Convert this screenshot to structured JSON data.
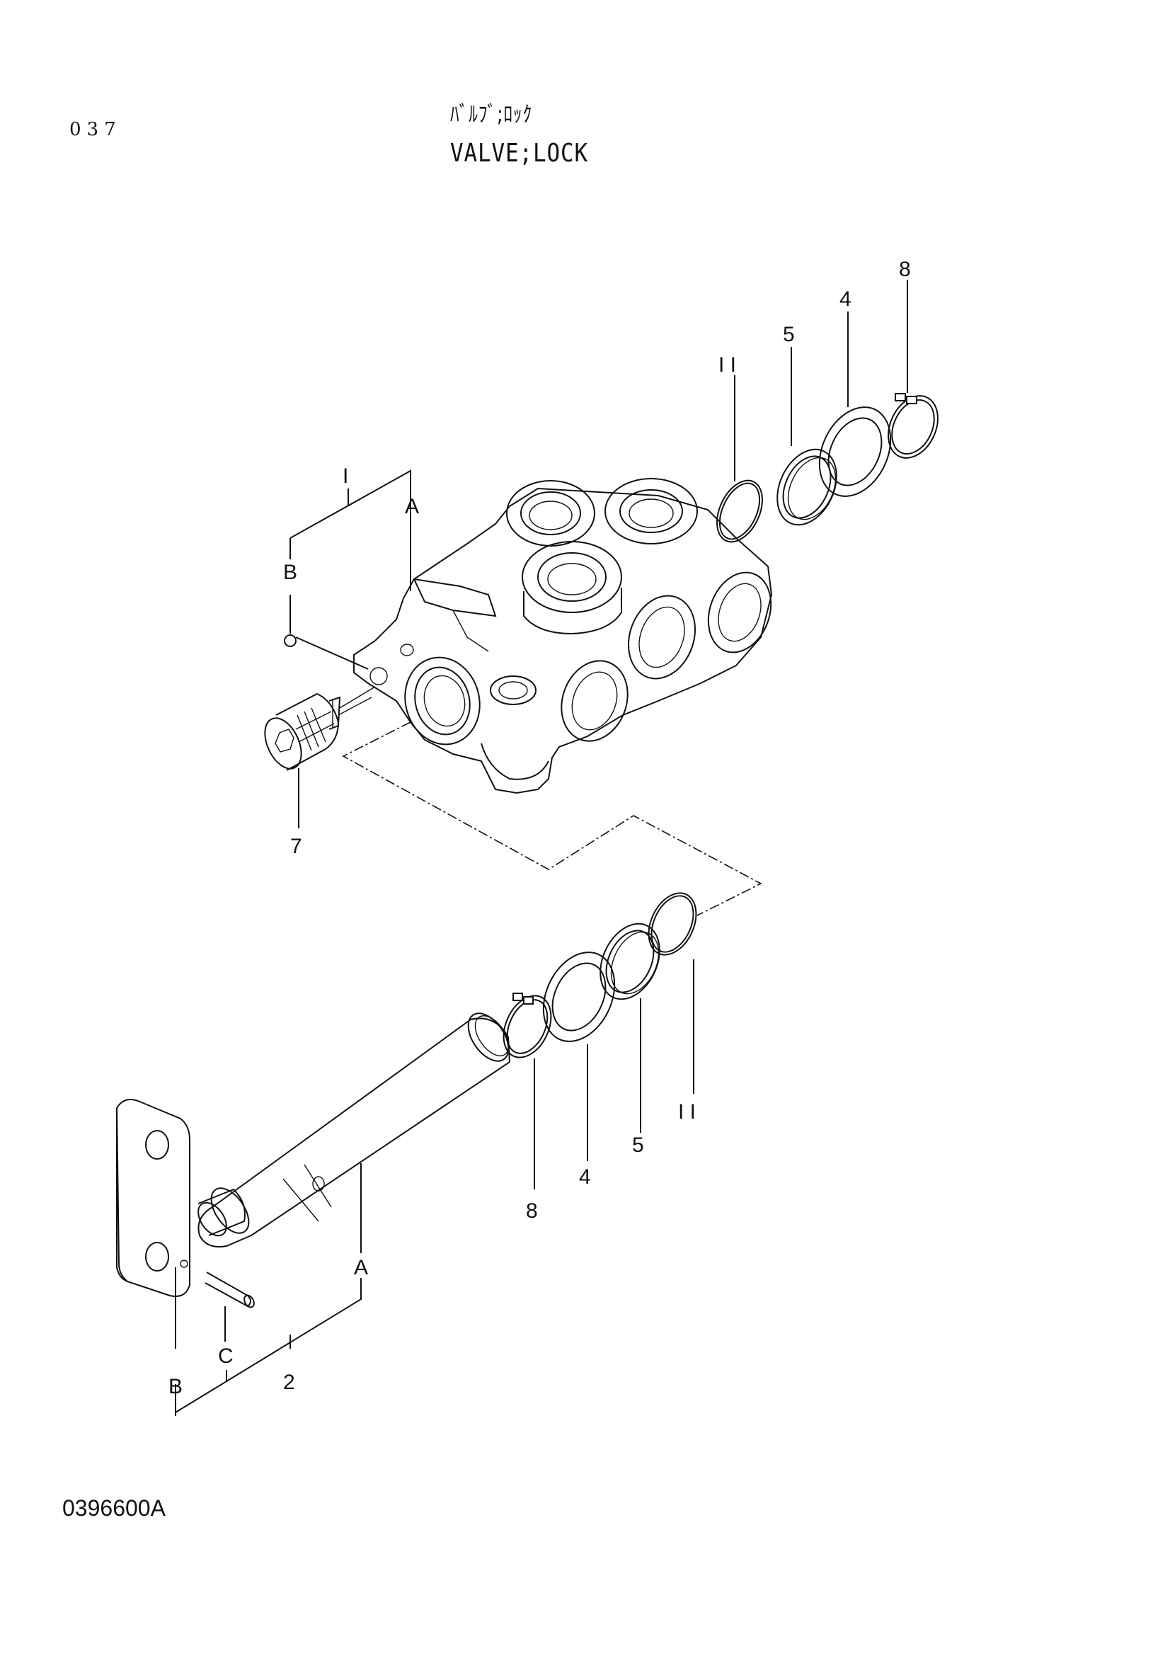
{
  "header": {
    "page_number": "037",
    "title_jp": "ﾊﾞﾙﾌﾞ;ﾛｯｸ",
    "title_en": "VALVE;LOCK"
  },
  "footer": {
    "drawing_number": "0396600A"
  },
  "callouts": {
    "valve_body": "I",
    "valve_body_a": "A",
    "valve_body_b": "B",
    "top_oring": "I I",
    "top_backup_ring": "5",
    "top_washer": "4",
    "top_snap_ring": "8",
    "plug": "7",
    "spool_assy": "2",
    "spool_a": "A",
    "lever_b": "B",
    "pin_c": "C",
    "bottom_snap_ring": "8",
    "bottom_washer": "4",
    "bottom_backup_ring": "5",
    "bottom_oring": "I I"
  }
}
